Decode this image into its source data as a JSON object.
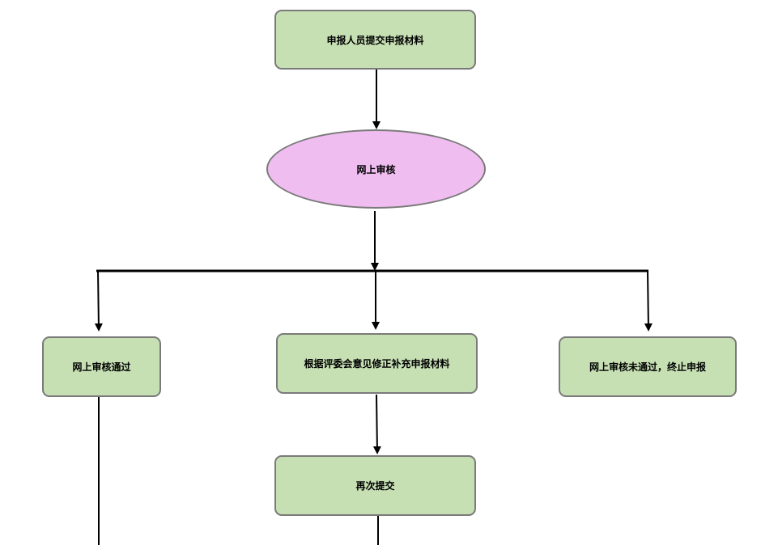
{
  "colors": {
    "process_fill": "#c6e0b4",
    "decision_fill": "#efbdf0",
    "border": "#7a7a7a",
    "line": "#000000"
  },
  "nodes": {
    "submit": "申报人员提交申报材料",
    "online_review": "网上审核",
    "approved": "网上审核通过",
    "revise": "根据评委会意见修正补充申报材料",
    "rejected": "网上审核未通过，终止申报",
    "resubmit": "再次提交"
  }
}
